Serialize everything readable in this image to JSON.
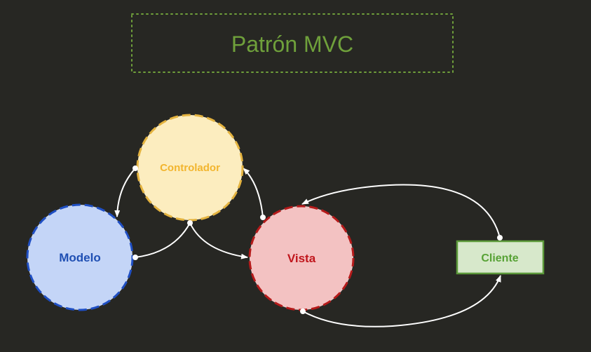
{
  "diagram": {
    "title": "Patrón MVC",
    "nodes": {
      "controlador": {
        "label": "Controlador"
      },
      "modelo": {
        "label": "Modelo"
      },
      "vista": {
        "label": "Vista"
      },
      "cliente": {
        "label": "Cliente"
      }
    },
    "colors": {
      "background": "#272723",
      "title_text": "#6fa03b",
      "title_border": "#6fa03b",
      "controlador_fill": "#fcedbf",
      "controlador_stroke": "#e4b33f",
      "controlador_text": "#f2b52e",
      "modelo_fill": "#c4d5f7",
      "modelo_stroke": "#1f4fc4",
      "modelo_text": "#1f4fb3",
      "vista_fill": "#f3c2c2",
      "vista_stroke": "#b51a1a",
      "vista_text": "#c0161c",
      "cliente_fill": "#d7e8cb",
      "cliente_stroke": "#5c9a3a",
      "cliente_text": "#57a235",
      "connector": "#ffffff"
    }
  }
}
